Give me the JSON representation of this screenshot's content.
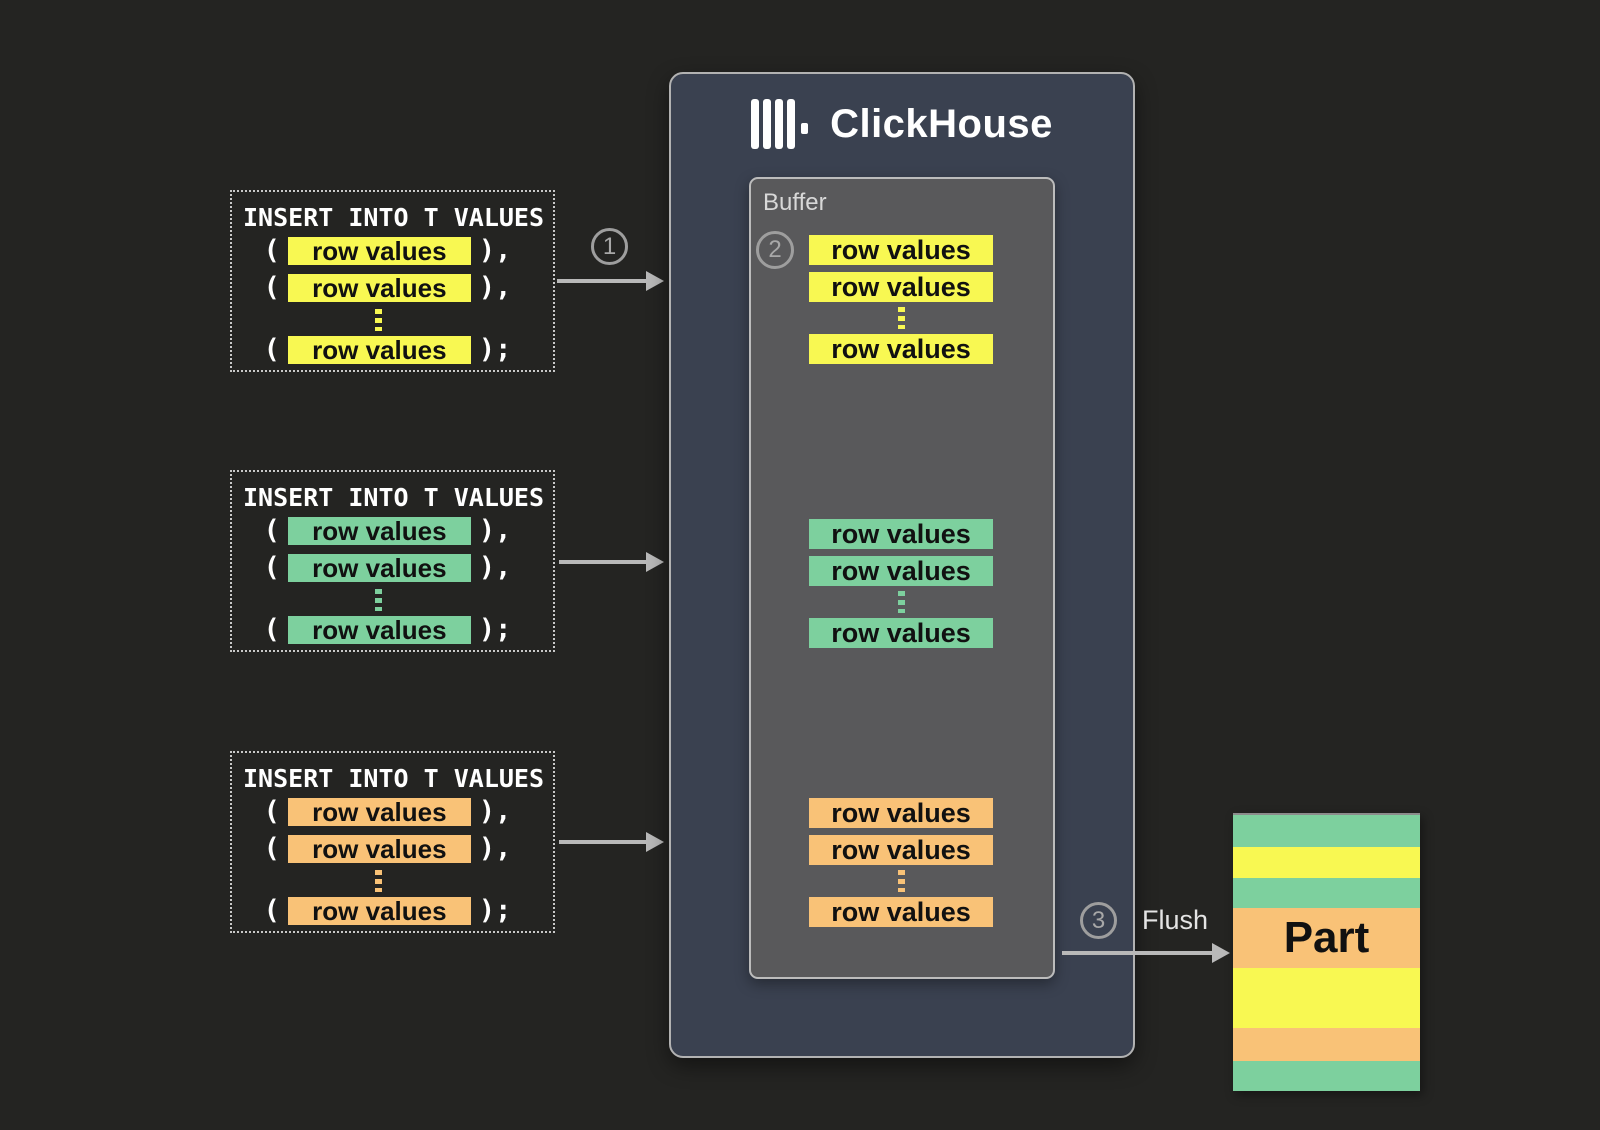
{
  "colors": {
    "yellow": "#f8f852",
    "green": "#7dd09e",
    "orange": "#f9c277",
    "panel": "#3a4150",
    "buffer": "#59595b",
    "background": "#242422",
    "arrow": "#b9b9b9"
  },
  "inserts": [
    {
      "title": "INSERT INTO T VALUES",
      "color": "yellow",
      "rows": [
        {
          "open": "(",
          "label": "row values",
          "close": "),"
        },
        {
          "open": "(",
          "label": "row values",
          "close": "),"
        },
        {
          "open": "(",
          "label": "row values",
          "close": ");"
        }
      ]
    },
    {
      "title": "INSERT INTO T VALUES",
      "color": "green",
      "rows": [
        {
          "open": "(",
          "label": "row values",
          "close": "),"
        },
        {
          "open": "(",
          "label": "row values",
          "close": "),"
        },
        {
          "open": "(",
          "label": "row values",
          "close": ");"
        }
      ]
    },
    {
      "title": "INSERT INTO T VALUES",
      "color": "orange",
      "rows": [
        {
          "open": "(",
          "label": "row values",
          "close": "),"
        },
        {
          "open": "(",
          "label": "row values",
          "close": "),"
        },
        {
          "open": "(",
          "label": "row values",
          "close": ");"
        }
      ]
    }
  ],
  "steps": {
    "one": "1",
    "two": "2",
    "three": "3"
  },
  "clickhouse": {
    "title": "ClickHouse",
    "buffer_label": "Buffer",
    "groups": [
      {
        "color": "yellow",
        "rows": [
          "row values",
          "row values",
          "row values"
        ]
      },
      {
        "color": "green",
        "rows": [
          "row values",
          "row values",
          "row values"
        ]
      },
      {
        "color": "orange",
        "rows": [
          "row values",
          "row values",
          "row values"
        ]
      }
    ]
  },
  "flush_label": "Flush",
  "part": {
    "label": "Part",
    "stripes": [
      {
        "color": "green",
        "height": 32
      },
      {
        "color": "yellow",
        "height": 31
      },
      {
        "color": "green",
        "height": 30
      },
      {
        "color": "orange",
        "height": 60
      },
      {
        "color": "yellow",
        "height": 60
      },
      {
        "color": "orange",
        "height": 33
      },
      {
        "color": "green",
        "height": 30
      }
    ]
  }
}
